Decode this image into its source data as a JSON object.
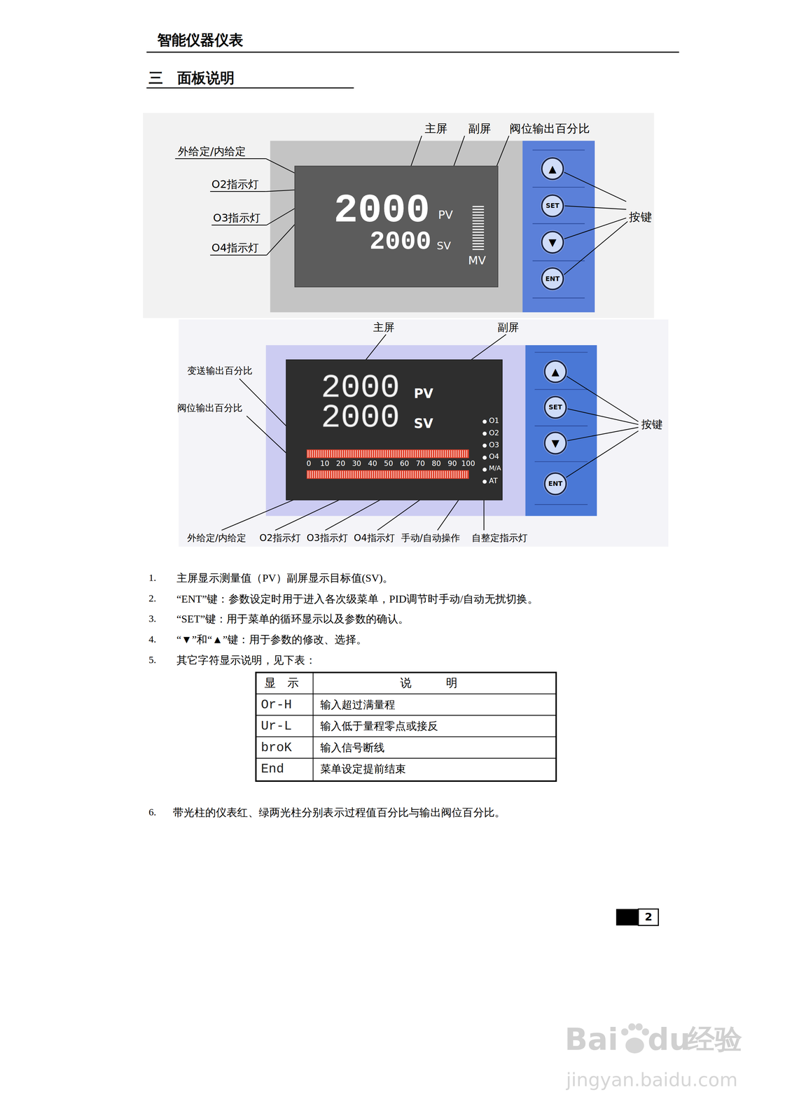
{
  "diagram": {
    "title": "三　面板说明",
    "nodes": [
      {
        "text": [
          "2000",
          "PV",
          "2000",
          "SV",
          "MV"
        ]
      },
      {
        "text": [
          "▲"
        ]
      },
      {
        "text": [
          "SET"
        ]
      },
      {
        "text": [
          "▼"
        ]
      },
      {
        "text": [
          "ENT"
        ]
      },
      {
        "text": [
          "2000",
          "PV",
          "2000",
          "SV",
          "O1",
          "O2",
          "O3",
          "O4",
          "M/A",
          "AT",
          "0",
          "10",
          "20",
          "30",
          "40",
          "50",
          "60",
          "70",
          "80",
          "90",
          "100"
        ]
      },
      {
        "text": [
          "▲"
        ]
      },
      {
        "text": [
          "SET"
        ]
      },
      {
        "text": [
          "▼"
        ]
      },
      {
        "text": [
          "ENT"
        ]
      }
    ],
    "labels": [
      "智能仪器仪表",
      "主屏",
      "副屏",
      "阀位输出百分比",
      "外给定/内给定",
      "O1",
      "O2",
      "O3",
      "O4",
      "O2指示灯",
      "O3指示灯",
      "O4指示灯",
      "按键",
      "主屏",
      "副屏",
      "变送输出百分比",
      "阀位输出百分比",
      "按键",
      "外给定/内给定",
      "O2指示灯",
      "O3指示灯",
      "O4指示灯",
      "手动/自动操作",
      "自整定指示灯",
      "1.",
      "主屏显示测量值（PV）副屏显示目标值(SV)。",
      "2.",
      "“ENT”键：参数设定时用于进入各次级菜单，PID调节时手动/自动无扰切换。",
      "3.",
      "“SET”键：用于菜单的循环显示以及参数的确认。",
      "4.",
      "“▼”和“▲”键：用于参数的修改、选择。",
      "5.",
      "其它字符显示说明，见下表：",
      "显　示",
      "说　　　明",
      "Or-H",
      "输入超过满量程",
      "Ur-L",
      "输入低于量程零点或接反",
      "broK",
      "输入信号断线",
      "End",
      "菜单设定提前结束",
      "6.",
      "带光柱的仪表红、绿两光柱分别表示过程值百分比与输出阀位百分比。",
      "2",
      "Bai",
      "du",
      "经验",
      "jingyan.baidu.com"
    ]
  }
}
